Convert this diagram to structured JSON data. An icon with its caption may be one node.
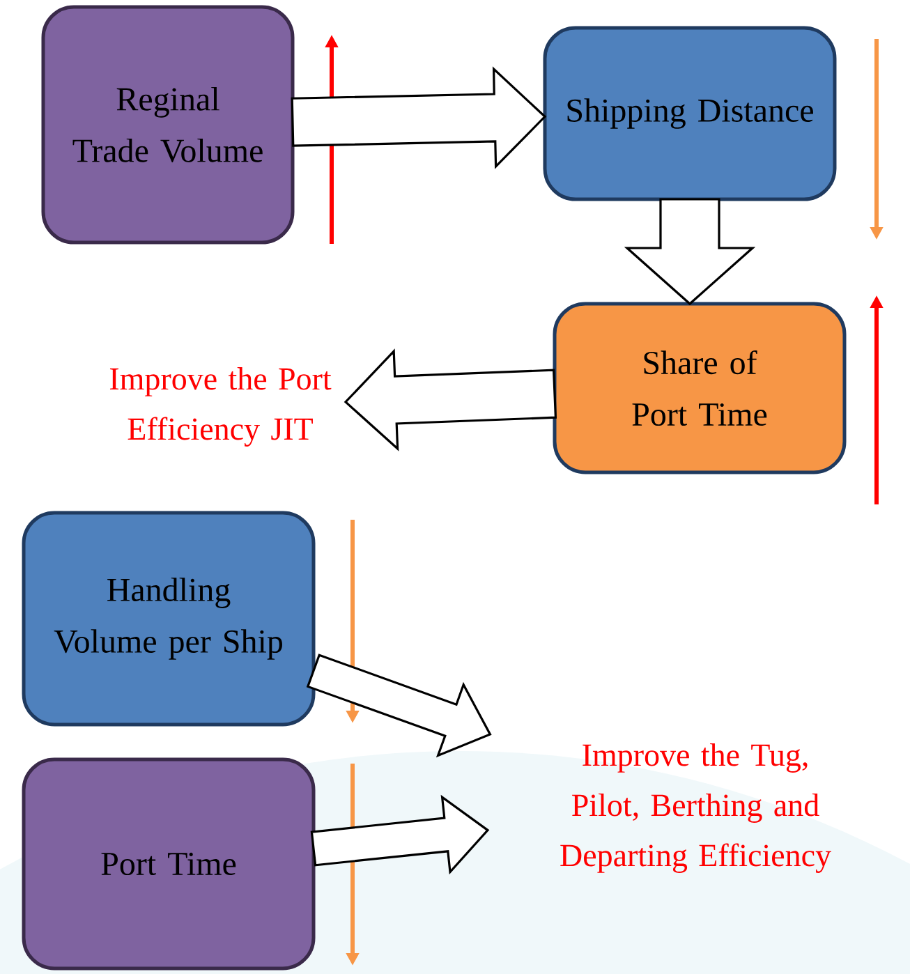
{
  "diagram": {
    "nodes": [
      {
        "text": [
          "Reginal Trade Volume"
        ]
      },
      {
        "text": [
          "Shipping Distance"
        ]
      },
      {
        "text": [
          "Share of Port Time"
        ]
      },
      {
        "text": [
          "Improve the Port Efficiency JIT"
        ]
      },
      {
        "text": [
          "Handling Volume per Ship"
        ]
      },
      {
        "text": [
          "Port Time"
        ]
      },
      {
        "text": [
          "Improve the Tug, Pilot, Berthing and Departing Efficiency"
        ]
      }
    ],
    "edges": [
      {
        "from": 0,
        "to": 1,
        "arrow": "to"
      },
      {
        "from": 1,
        "to": 2,
        "arrow": "to"
      },
      {
        "from": 2,
        "to": 3,
        "arrow": "to"
      },
      {
        "from": 4,
        "to": 6,
        "arrow": "to"
      },
      {
        "from": 5,
        "to": 6,
        "arrow": "to"
      }
    ]
  }
}
